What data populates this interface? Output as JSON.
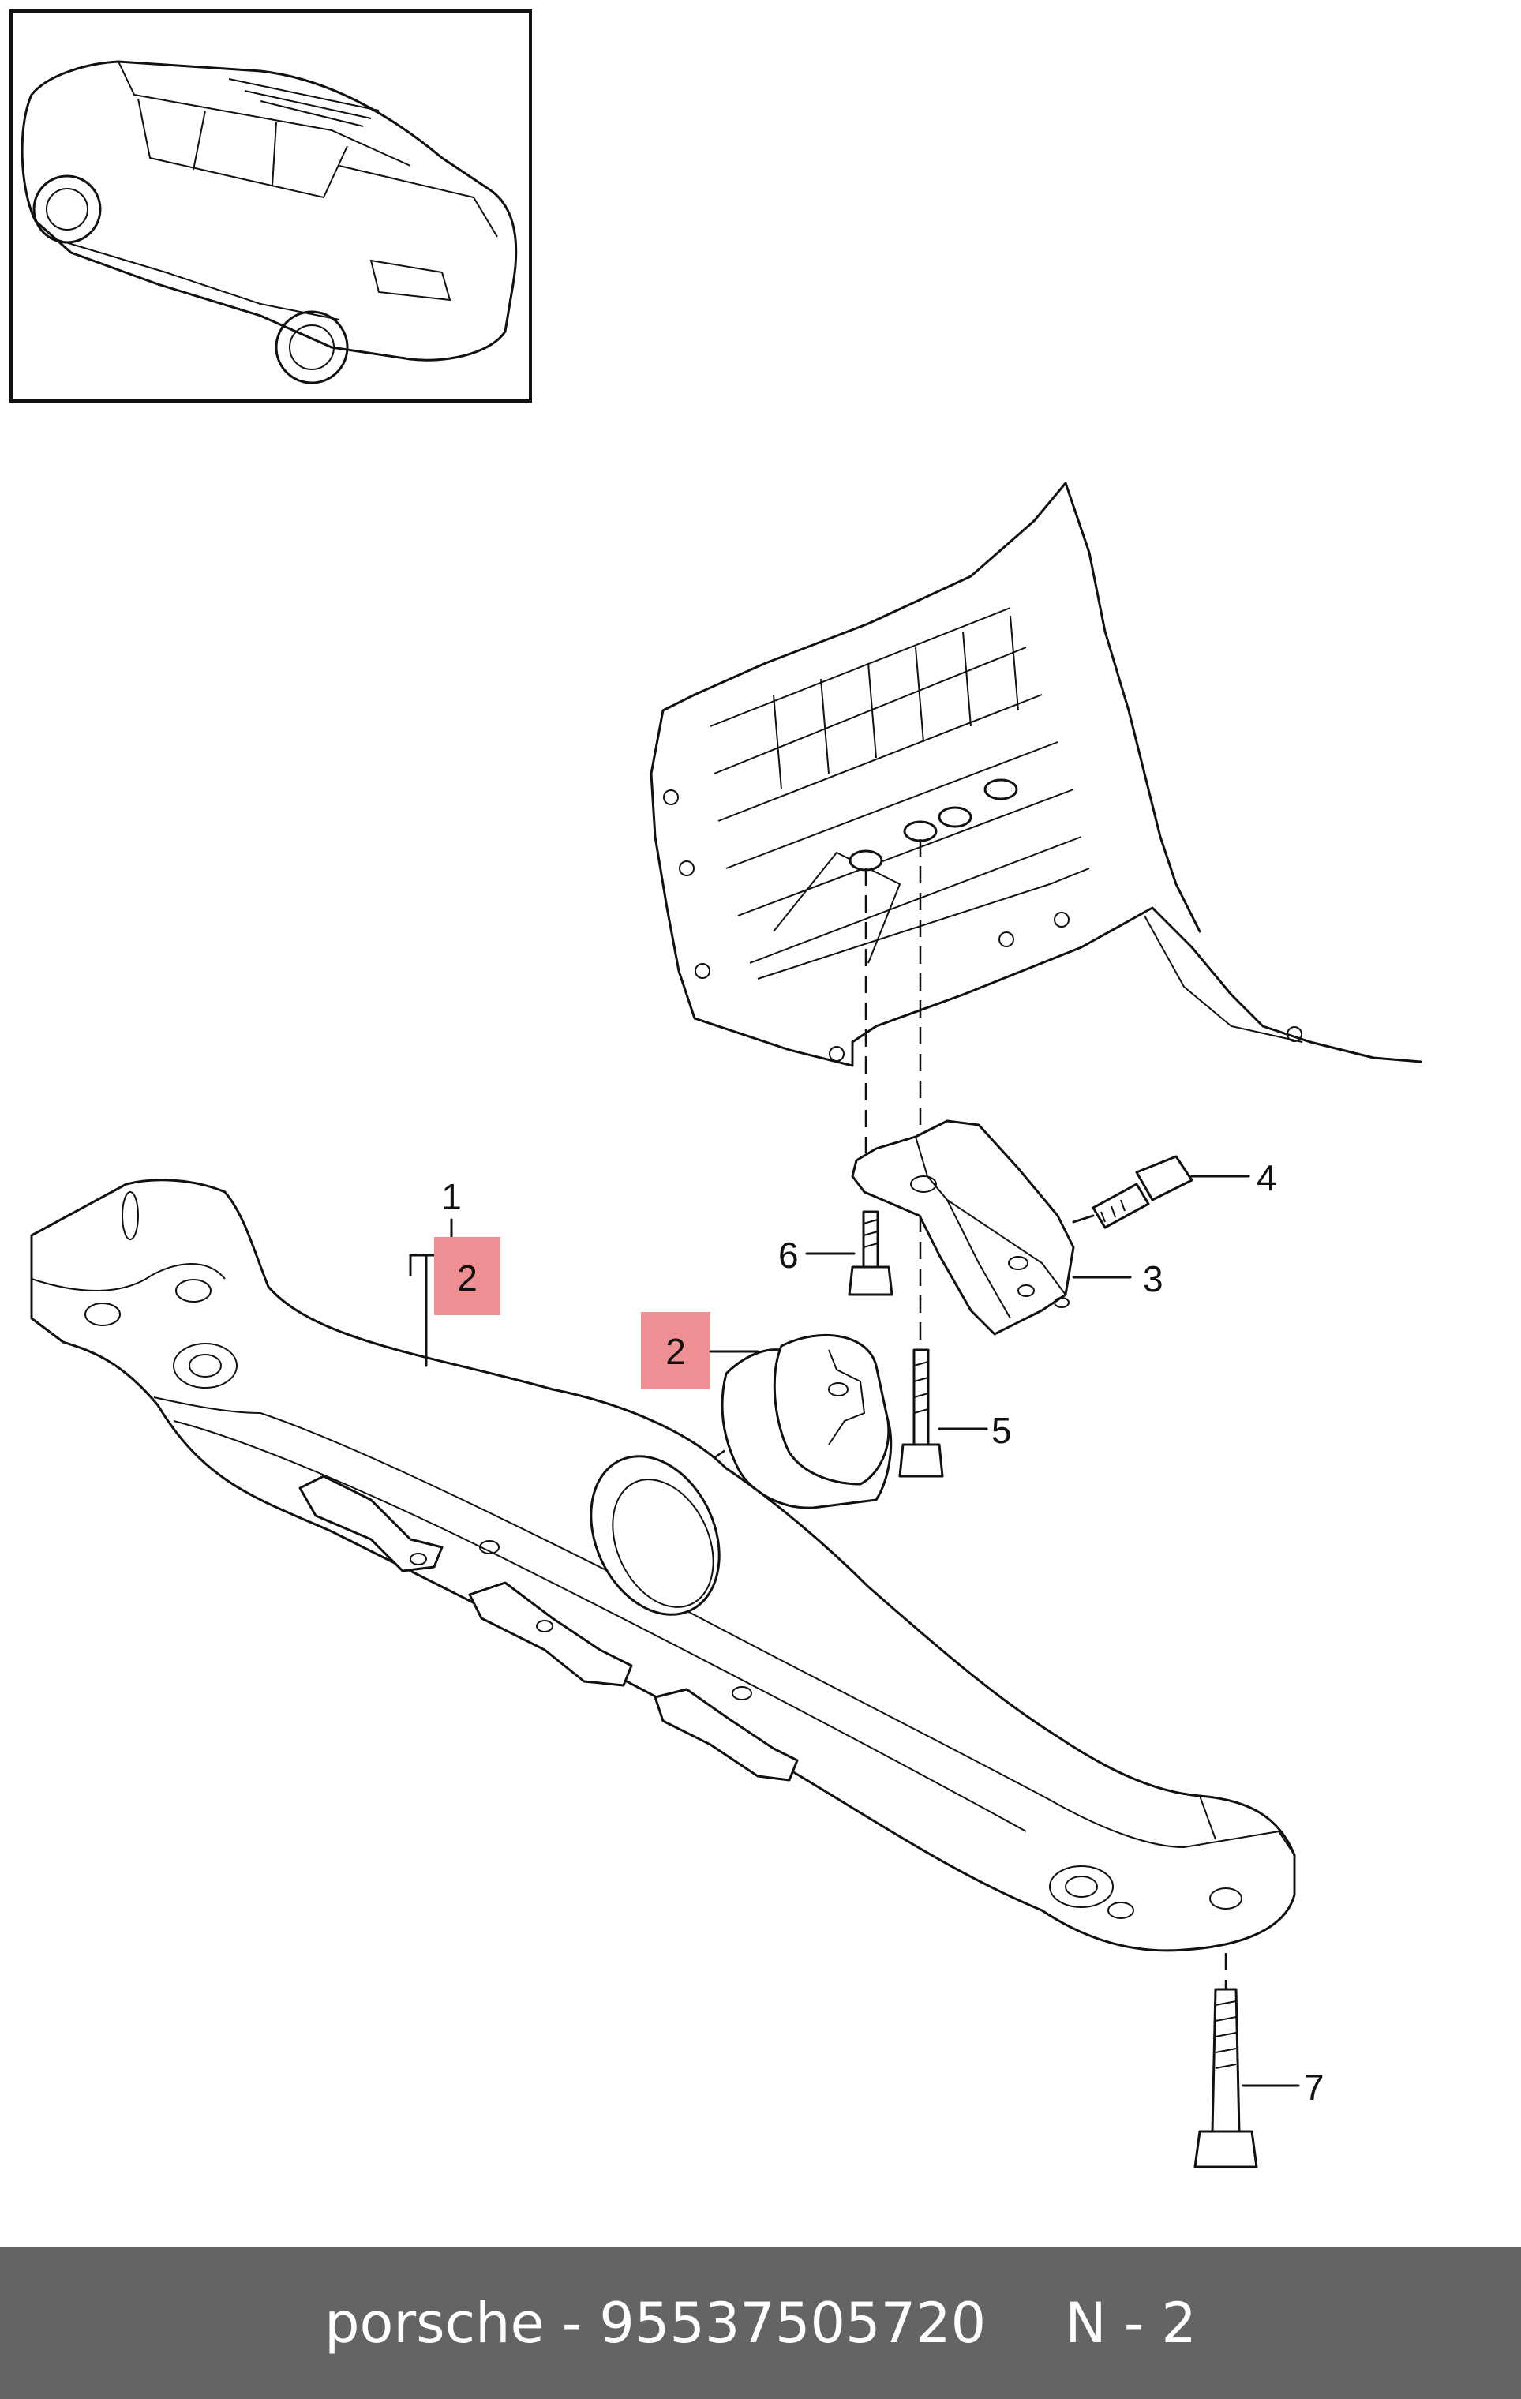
{
  "callouts": [
    {
      "id": "1",
      "label": "1"
    },
    {
      "id": "2a",
      "label": "2",
      "highlighted": true
    },
    {
      "id": "2b",
      "label": "2",
      "highlighted": true
    },
    {
      "id": "3",
      "label": "3"
    },
    {
      "id": "4",
      "label": "4"
    },
    {
      "id": "5",
      "label": "5"
    },
    {
      "id": "6",
      "label": "6"
    },
    {
      "id": "7",
      "label": "7"
    }
  ],
  "colors": {
    "highlight": "#ef8f93",
    "footer_bg": "#646464",
    "footer_text": "#ffffff",
    "line": "#111111"
  },
  "footer": {
    "brand_part": "porsche - 95537505720",
    "page_ref": "N - 2"
  }
}
